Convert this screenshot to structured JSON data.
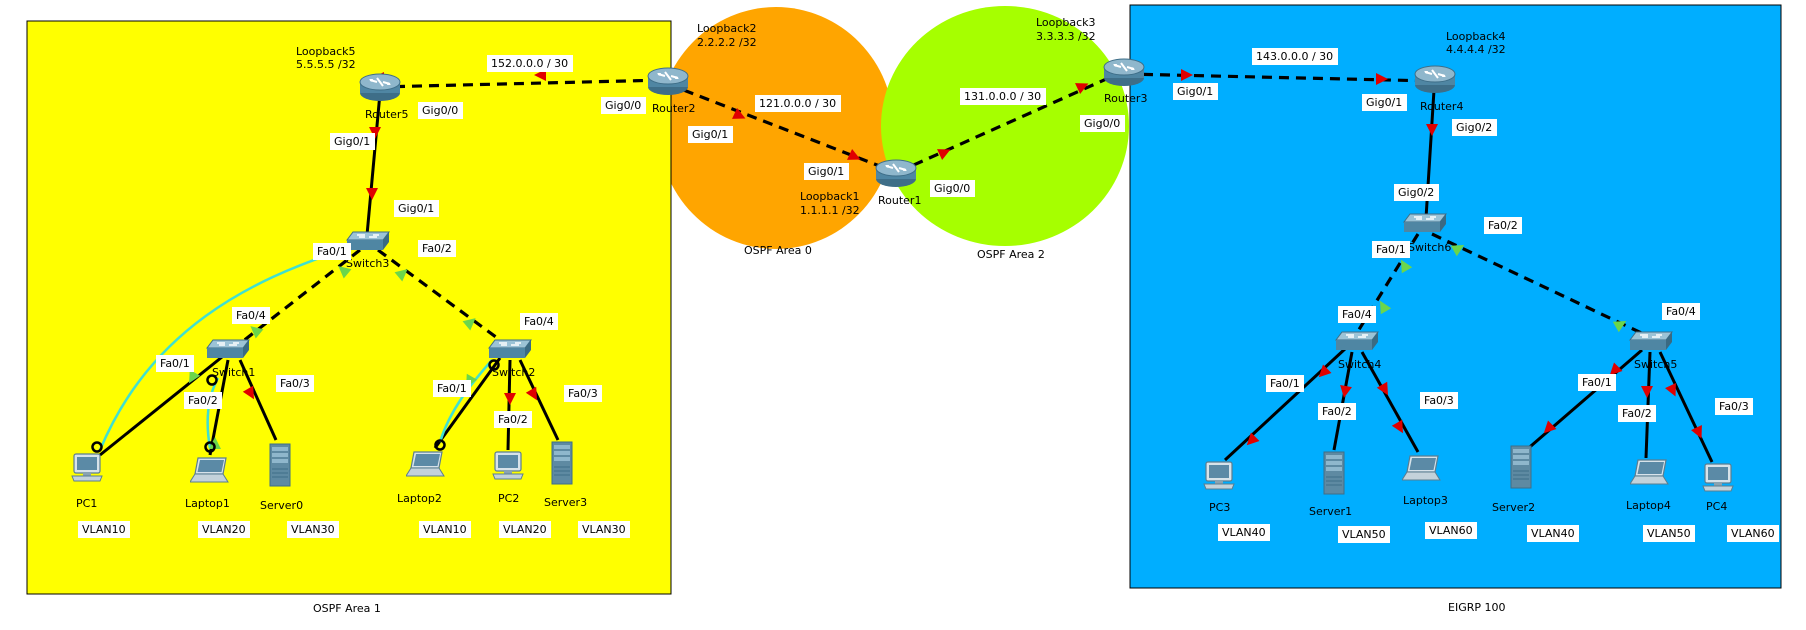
{
  "colors": {
    "area1": "#ffff00",
    "area0": "#ffa500",
    "area2": "#a6ff00",
    "eigrp": "#00aeff",
    "link": "#000000",
    "console": "#40e0d0",
    "port_down": "#e00000",
    "port_up": "#6bd64b"
  },
  "areas": {
    "area1": "OSPF Area 1",
    "area0": "OSPF Area 0",
    "area2": "OSPF Area 2",
    "eigrp": "EIGRP 100"
  },
  "devices": {
    "router5": "Router5",
    "router2": "Router2",
    "router1": "Router1",
    "router3": "Router3",
    "router4": "Router4",
    "switch3": "Switch3",
    "switch1": "Switch1",
    "switch2": "Switch2",
    "switch6": "Switch6",
    "switch4": "Switch4",
    "switch5": "Switch5",
    "pc1": "PC1",
    "laptop1": "Laptop1",
    "server0": "Server0",
    "laptop2": "Laptop2",
    "pc2": "PC2",
    "server3": "Server3",
    "pc3": "PC3",
    "server1": "Server1",
    "laptop3": "Laptop3",
    "server2": "Server2",
    "laptop4": "Laptop4",
    "pc4": "PC4"
  },
  "loopbacks": {
    "lb5_name": "Loopback5",
    "lb5_ip": "5.5.5.5 /32",
    "lb2_name": "Loopback2",
    "lb2_ip": "2.2.2.2 /32",
    "lb3_name": "Loopback3",
    "lb3_ip": "3.3.3.3 /32",
    "lb4_name": "Loopback4",
    "lb4_ip": "4.4.4.4 /32",
    "lb1_name": "Loopback1",
    "lb1_ip": "1.1.1.1 /32"
  },
  "networks": {
    "n152": "152.0.0.0 / 30",
    "n121": "121.0.0.0 / 30",
    "n131": "131.0.0.0 / 30",
    "n143": "143.0.0.0 / 30"
  },
  "ports": {
    "r5_g00": "Gig0/0",
    "r2_g00": "Gig0/0",
    "r2_g01": "Gig0/1",
    "r1_g01": "Gig0/1",
    "r1_g00": "Gig0/0",
    "r3_g00": "Gig0/0",
    "r3_g01": "Gig0/1",
    "r4_g01": "Gig0/1",
    "r4_g02": "Gig0/2",
    "r5_g01": "Gig0/1",
    "sw3_g01": "Gig0/1",
    "sw6_g02": "Gig0/2",
    "sw3_fa01": "Fa0/1",
    "sw3_fa02": "Fa0/2",
    "sw1_fa04": "Fa0/4",
    "sw1_fa01": "Fa0/1",
    "sw1_fa02": "Fa0/2",
    "sw1_fa03": "Fa0/3",
    "sw2_fa04": "Fa0/4",
    "sw2_fa01": "Fa0/1",
    "sw2_fa02": "Fa0/2",
    "sw2_fa03": "Fa0/3",
    "sw6_fa01": "Fa0/1",
    "sw6_fa02": "Fa0/2",
    "sw4_fa04": "Fa0/4",
    "sw4_fa01": "Fa0/1",
    "sw4_fa02": "Fa0/2",
    "sw4_fa03": "Fa0/3",
    "sw5_fa04": "Fa0/4",
    "sw5_fa01": "Fa0/1",
    "sw5_fa02": "Fa0/2",
    "sw5_fa03": "Fa0/3"
  },
  "vlans": {
    "pc1": "VLAN10",
    "laptop1": "VLAN20",
    "server0": "VLAN30",
    "laptop2": "VLAN10",
    "pc2": "VLAN20",
    "server3": "VLAN30",
    "pc3": "VLAN40",
    "server1": "VLAN50",
    "laptop3": "VLAN60",
    "server2": "VLAN40",
    "laptop4": "VLAN50",
    "pc4": "VLAN60"
  },
  "icons": {
    "router": "router-icon",
    "switch": "switch-icon",
    "pc": "pc-icon",
    "laptop": "laptop-icon",
    "server": "server-icon"
  }
}
